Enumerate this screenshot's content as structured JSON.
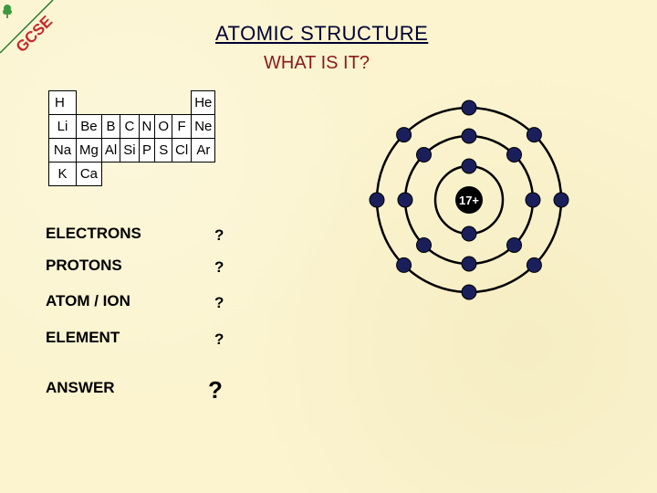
{
  "logo": {
    "text": "GCSE",
    "icon": "tree-icon"
  },
  "header": {
    "title": "ATOMIC STRUCTURE",
    "subtitle": "WHAT IS IT?"
  },
  "periodic_table": {
    "row1": [
      "H",
      "He"
    ],
    "row2": [
      "Li",
      "Be",
      "B",
      "C",
      "N",
      "O",
      "F",
      "Ne"
    ],
    "row3": [
      "Na",
      "Mg",
      "Al",
      "Si",
      "P",
      "S",
      "Cl",
      "Ar"
    ],
    "row4": [
      "K",
      "Ca"
    ]
  },
  "questions": [
    {
      "label": "ELECTRONS",
      "value": "?"
    },
    {
      "label": "PROTONS",
      "value": "?"
    },
    {
      "label": "ATOM / ION",
      "value": "?"
    },
    {
      "label": "ELEMENT",
      "value": "?"
    }
  ],
  "answer": {
    "label": "ANSWER",
    "value": "?"
  },
  "atom": {
    "nucleus_label": "17+",
    "shells": [
      2,
      8,
      8
    ],
    "colors": {
      "electron": "#1a1f5c",
      "nucleus": "#000000",
      "shell": "#000000"
    }
  }
}
